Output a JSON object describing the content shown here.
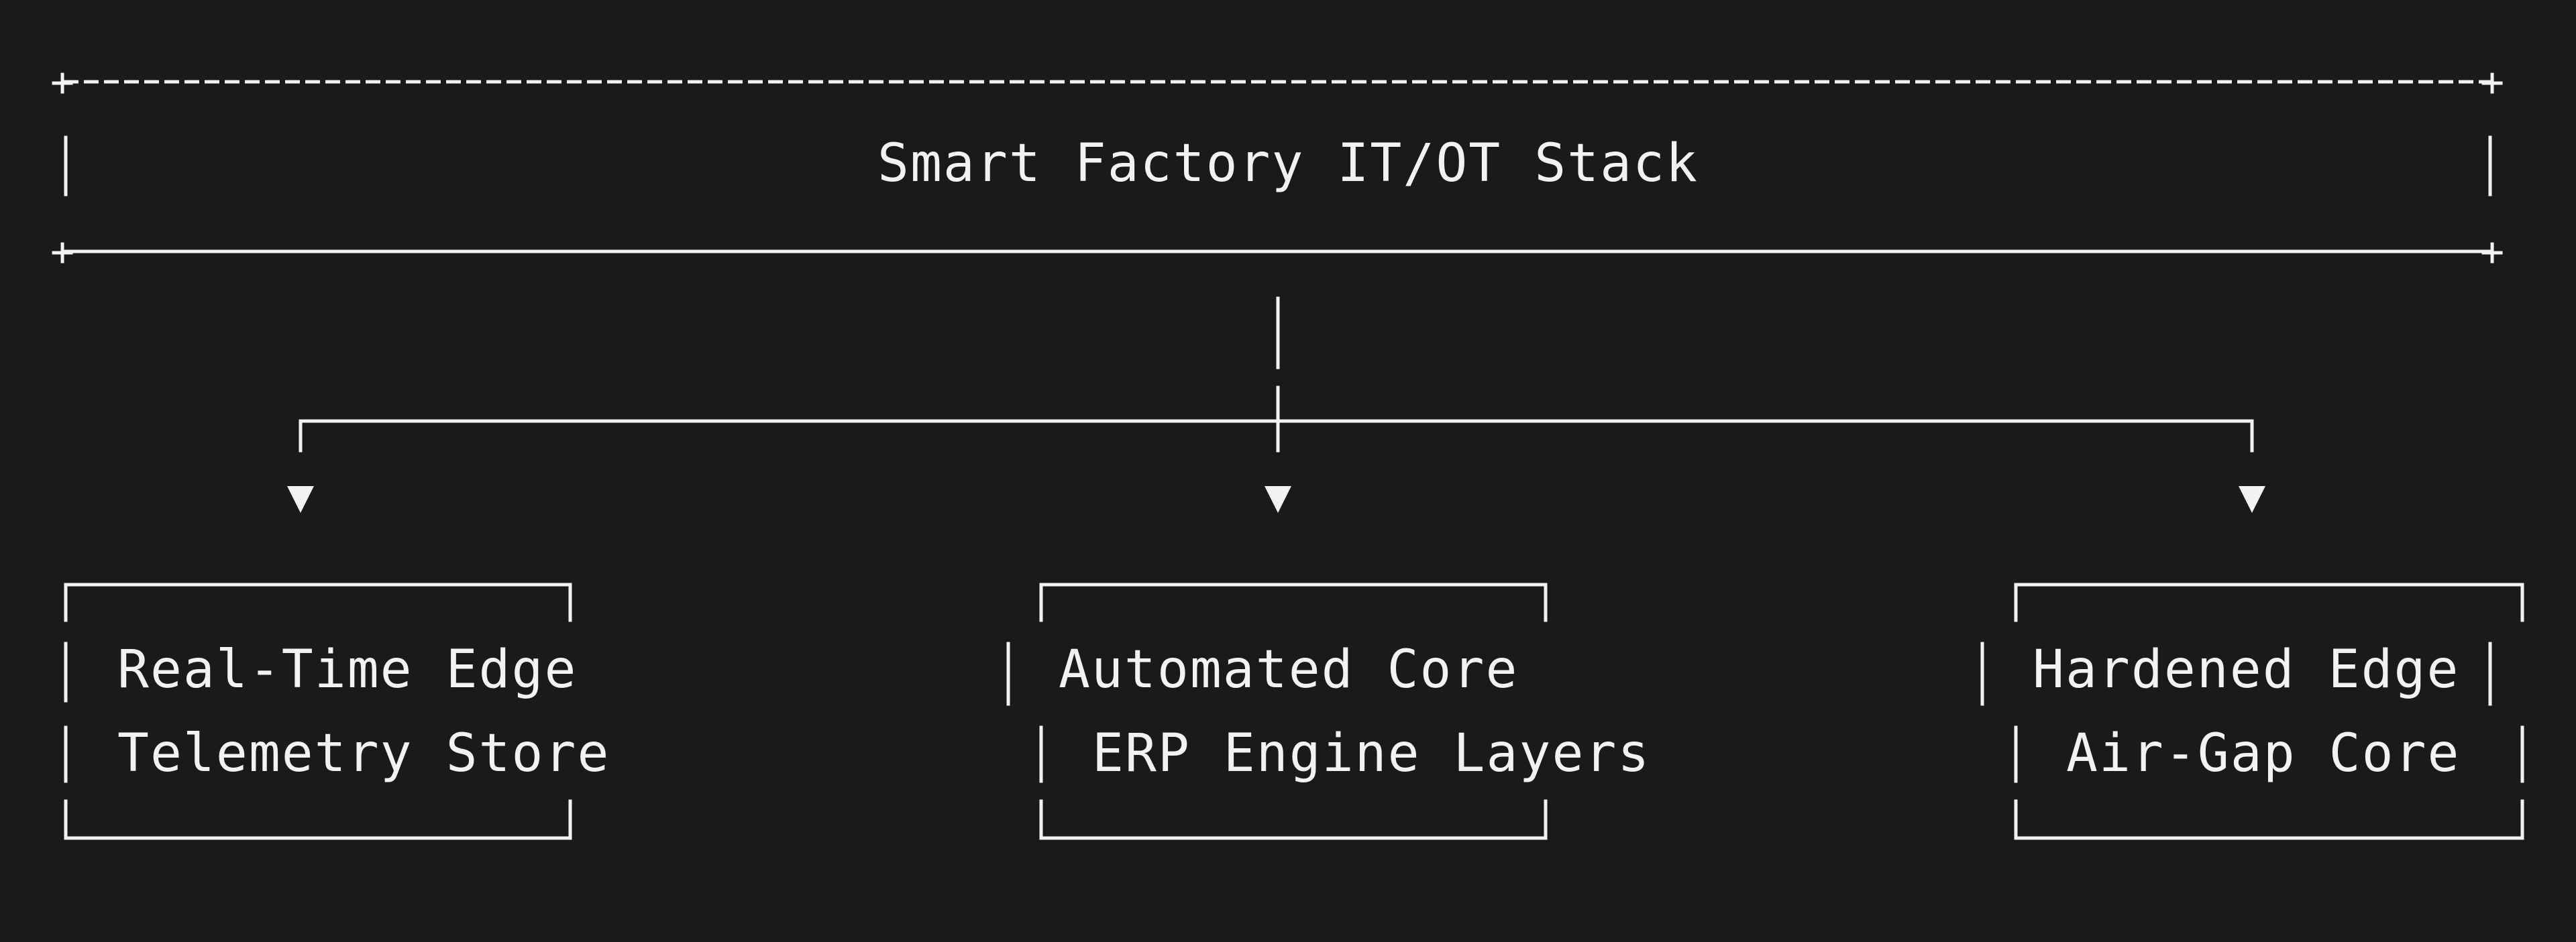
{
  "header": {
    "title": "Smart Factory IT/OT Stack"
  },
  "boxes": [
    {
      "line1": "Real-Time Edge",
      "line2": "Telemetry Store"
    },
    {
      "line1": "Automated Core",
      "line2": "ERP Engine Layers"
    },
    {
      "line1": "Hardened Edge",
      "line2": "Air-Gap Core"
    }
  ],
  "colors": {
    "background": "#1a1a1a",
    "foreground": "#f2f2f2"
  }
}
